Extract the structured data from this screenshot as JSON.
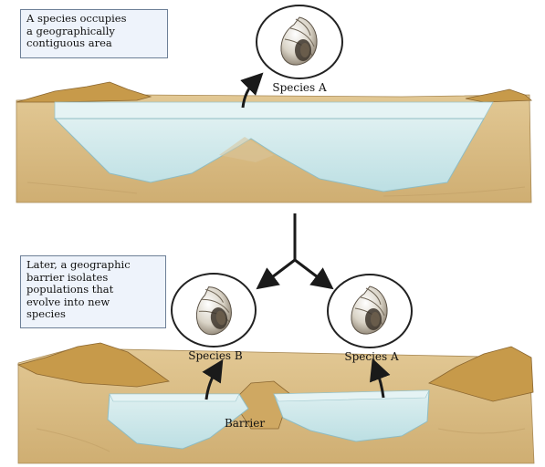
{
  "top_panel": {
    "caption": "A species occupies a geographically contiguous area",
    "caption_lines": [
      "A species occupies",
      "a geographically",
      "contiguous area"
    ],
    "species_label": "Species A"
  },
  "bottom_panel": {
    "caption": "Later, a geographic barrier isolates populations that evolve into new species",
    "caption_lines": [
      "Later, a geographic",
      "barrier isolates",
      "populations that",
      "evolve into new",
      "species"
    ],
    "left_species_label": "Species B",
    "right_species_label": "Species A",
    "barrier_label": "Barrier"
  },
  "colors": {
    "water": "#cfe8ea",
    "water_edge": "#9cc6cc",
    "land": "#d8bc88",
    "land_dark": "#b48a4a",
    "mountain": "#c89a4c",
    "caption_bg": "#eef3fb",
    "arrow": "#1a1a1a"
  },
  "icons": [
    "snail-shell-icon",
    "arrow-up-icon",
    "split-arrow-icon"
  ]
}
